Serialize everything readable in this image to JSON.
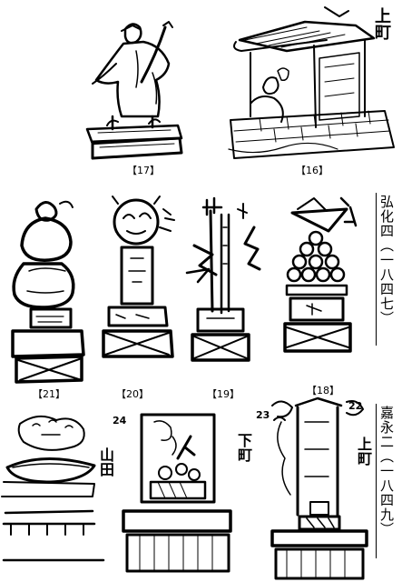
{
  "figures": {
    "f17": {
      "label": "【17】"
    },
    "f16": {
      "label": "【16】"
    },
    "f21": {
      "label": "【21】"
    },
    "f20": {
      "label": "【20】"
    },
    "f19": {
      "label": "【19】"
    },
    "f18": {
      "label": "【18】"
    },
    "f24": {
      "label": "24"
    },
    "f23": {
      "label": "23"
    },
    "f22": {
      "label": "22"
    }
  },
  "era_labels": {
    "koka": "弘化四（一八四七）",
    "kaei": "嘉永二（一八四九）"
  }
}
